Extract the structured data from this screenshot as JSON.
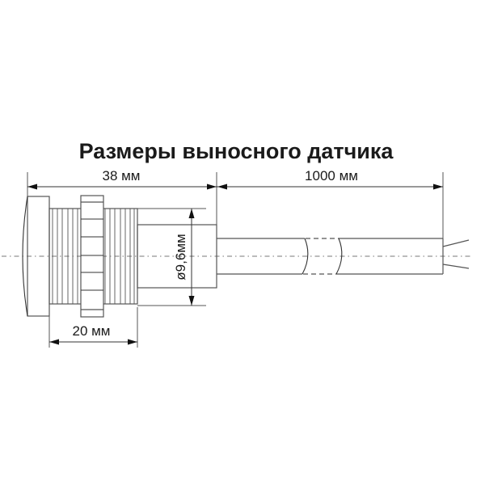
{
  "title": "Размеры выносного датчика",
  "dimensions": {
    "overall_length": {
      "label": "38 мм",
      "value": 38,
      "unit": "мм"
    },
    "cable_length": {
      "label": "1000 мм",
      "value": 1000,
      "unit": "мм"
    },
    "thread_length": {
      "label": "20 мм",
      "value": 20,
      "unit": "мм"
    },
    "diameter": {
      "label": "ø9,6мм",
      "value": 9.6,
      "unit": "мм"
    }
  },
  "parts": {
    "head": "sensor-head",
    "thread": "threaded-body",
    "nut": "lock-nut",
    "tail": "sensor-tail",
    "cable": "cable-with-break",
    "wires": "wire-ends"
  },
  "colors": {
    "background": "#ffffff",
    "lines": "#555555",
    "text": "#1a1a1a",
    "arrows": "#111111"
  }
}
